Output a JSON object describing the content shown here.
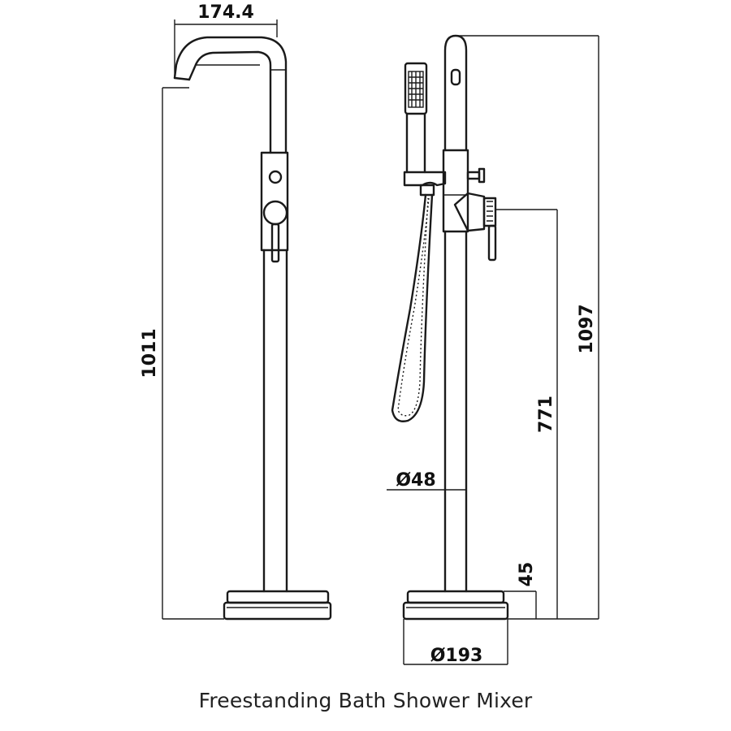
{
  "caption": "Freestanding Bath Shower Mixer",
  "dimensions": {
    "spout_reach": "174.4",
    "spout_height": "1011",
    "overall_height": "1097",
    "outlet_height": "771",
    "pipe_diameter": "Ø48",
    "base_height": "45",
    "base_diameter": "Ø193"
  }
}
